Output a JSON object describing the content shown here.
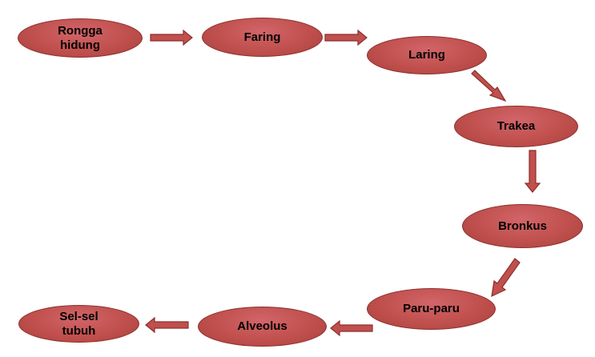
{
  "nodes": [
    {
      "id": "rongga-hidung",
      "label": "Rongga\nhidung"
    },
    {
      "id": "faring",
      "label": "Faring"
    },
    {
      "id": "laring",
      "label": "Laring"
    },
    {
      "id": "trakea",
      "label": "Trakea"
    },
    {
      "id": "bronkus",
      "label": "Bronkus"
    },
    {
      "id": "paru-paru",
      "label": "Paru-paru"
    },
    {
      "id": "alveolus",
      "label": "Alveolus"
    },
    {
      "id": "sel-sel-tubuh",
      "label": "Sel-sel\ntubuh"
    }
  ],
  "colors": {
    "node_fill": "#c0504d",
    "node_border": "#8c2f2c",
    "arrow_fill": "#c0504d",
    "arrow_stroke": "#8c2f2c"
  }
}
